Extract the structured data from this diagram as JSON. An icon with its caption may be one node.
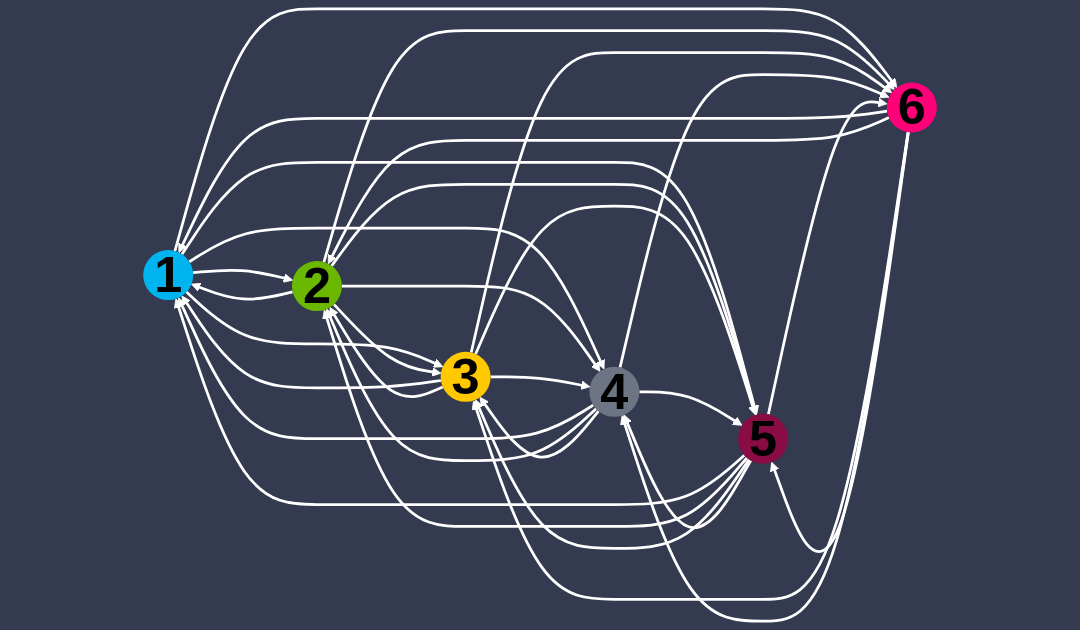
{
  "diagram": {
    "nodes": [
      {
        "text": [
          "1"
        ]
      },
      {
        "text": [
          "2"
        ]
      },
      {
        "text": [
          "3"
        ]
      },
      {
        "text": [
          "4"
        ]
      },
      {
        "text": [
          "5"
        ]
      },
      {
        "text": [
          "6"
        ]
      }
    ],
    "edges": [
      {
        "from": 0,
        "to": 1,
        "arrow": "to"
      },
      {
        "from": 1,
        "to": 0,
        "arrow": "to"
      },
      {
        "from": 0,
        "to": 2,
        "arrow": "to"
      },
      {
        "from": 2,
        "to": 0,
        "arrow": "to"
      },
      {
        "from": 0,
        "to": 3,
        "arrow": "to"
      },
      {
        "from": 3,
        "to": 0,
        "arrow": "to"
      },
      {
        "from": 0,
        "to": 4,
        "arrow": "to"
      },
      {
        "from": 4,
        "to": 0,
        "arrow": "to"
      },
      {
        "from": 0,
        "to": 5,
        "arrow": "to"
      },
      {
        "from": 5,
        "to": 0,
        "arrow": "to"
      },
      {
        "from": 1,
        "to": 2,
        "arrow": "to"
      },
      {
        "from": 2,
        "to": 1,
        "arrow": "to"
      },
      {
        "from": 1,
        "to": 3,
        "arrow": "to"
      },
      {
        "from": 3,
        "to": 1,
        "arrow": "to"
      },
      {
        "from": 1,
        "to": 4,
        "arrow": "to"
      },
      {
        "from": 4,
        "to": 1,
        "arrow": "to"
      },
      {
        "from": 1,
        "to": 5,
        "arrow": "to"
      },
      {
        "from": 5,
        "to": 1,
        "arrow": "to"
      },
      {
        "from": 2,
        "to": 3,
        "arrow": "to"
      },
      {
        "from": 3,
        "to": 2,
        "arrow": "to"
      },
      {
        "from": 2,
        "to": 4,
        "arrow": "to"
      },
      {
        "from": 4,
        "to": 2,
        "arrow": "to"
      },
      {
        "from": 2,
        "to": 5,
        "arrow": "to"
      },
      {
        "from": 5,
        "to": 2,
        "arrow": "to"
      },
      {
        "from": 3,
        "to": 4,
        "arrow": "to"
      },
      {
        "from": 4,
        "to": 3,
        "arrow": "to"
      },
      {
        "from": 3,
        "to": 5,
        "arrow": "to"
      },
      {
        "from": 5,
        "to": 3,
        "arrow": "to"
      },
      {
        "from": 4,
        "to": 5,
        "arrow": "to"
      },
      {
        "from": 5,
        "to": 4,
        "arrow": "to"
      }
    ]
  }
}
